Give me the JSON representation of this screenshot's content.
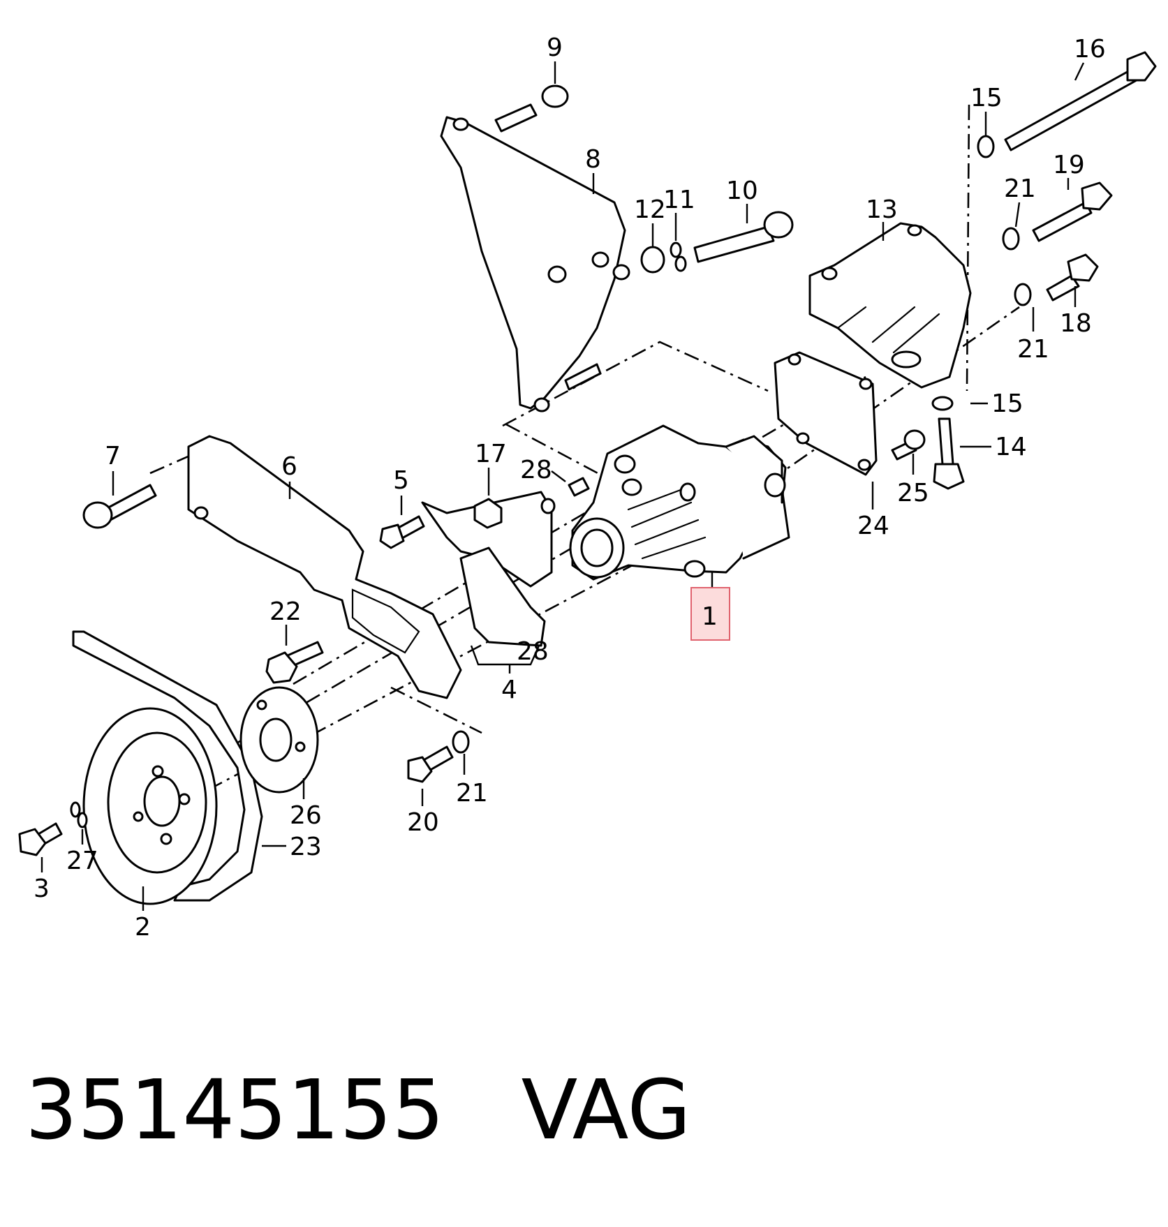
{
  "diagram": {
    "callouts": [
      {
        "id": "p1",
        "text": "1"
      },
      {
        "id": "p2",
        "text": "2"
      },
      {
        "id": "p3",
        "text": "3"
      },
      {
        "id": "p4",
        "text": "4"
      },
      {
        "id": "p5",
        "text": "5"
      },
      {
        "id": "p6",
        "text": "6"
      },
      {
        "id": "p7",
        "text": "7"
      },
      {
        "id": "p8",
        "text": "8"
      },
      {
        "id": "p9",
        "text": "9"
      },
      {
        "id": "p10",
        "text": "10"
      },
      {
        "id": "p11",
        "text": "11"
      },
      {
        "id": "p12",
        "text": "12"
      },
      {
        "id": "p13",
        "text": "13"
      },
      {
        "id": "p14",
        "text": "14"
      },
      {
        "id": "p15a",
        "text": "15"
      },
      {
        "id": "p15b",
        "text": "15"
      },
      {
        "id": "p16",
        "text": "16"
      },
      {
        "id": "p17",
        "text": "17"
      },
      {
        "id": "p18",
        "text": "18"
      },
      {
        "id": "p19",
        "text": "19"
      },
      {
        "id": "p20",
        "text": "20"
      },
      {
        "id": "p21a",
        "text": "21"
      },
      {
        "id": "p21b",
        "text": "21"
      },
      {
        "id": "p21c",
        "text": "21"
      },
      {
        "id": "p22",
        "text": "22"
      },
      {
        "id": "p23",
        "text": "23"
      },
      {
        "id": "p24",
        "text": "24"
      },
      {
        "id": "p25",
        "text": "25"
      },
      {
        "id": "p26",
        "text": "26"
      },
      {
        "id": "p27",
        "text": "27"
      },
      {
        "id": "p28a",
        "text": "28"
      },
      {
        "id": "p28b",
        "text": "28"
      }
    ],
    "highlighted_callout": "1",
    "highlight_color": "#fcdcdc"
  },
  "footer": {
    "part_number": "35145155",
    "brand": "VAG"
  }
}
